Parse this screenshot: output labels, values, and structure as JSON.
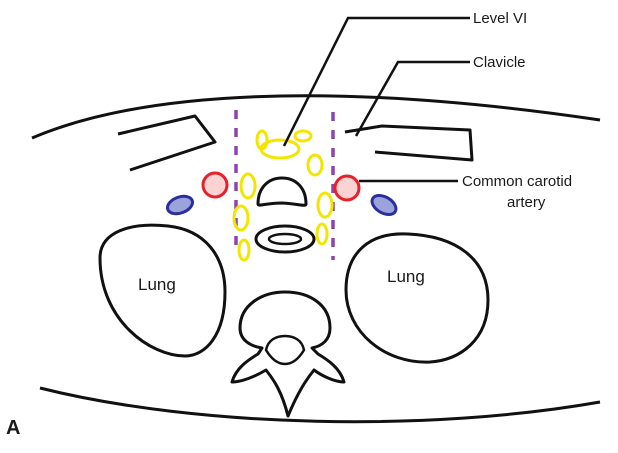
{
  "figure": {
    "panel_label": "A",
    "labels": {
      "level_vi": "Level VI",
      "clavicle": "Clavicle",
      "carotid_line1": "Common carotid",
      "carotid_line2": "artery",
      "lung_left": "Lung",
      "lung_right": "Lung"
    },
    "colors": {
      "outline": "#111111",
      "lymph_node_yellow": "#f2e600",
      "dashed_line_purple": "#8e44ad",
      "carotid_red": "#e8202a",
      "carotid_fill": "#fbd3d3",
      "vein_blue": "#2a2f9c",
      "vein_fill": "#9ba3dc"
    }
  }
}
